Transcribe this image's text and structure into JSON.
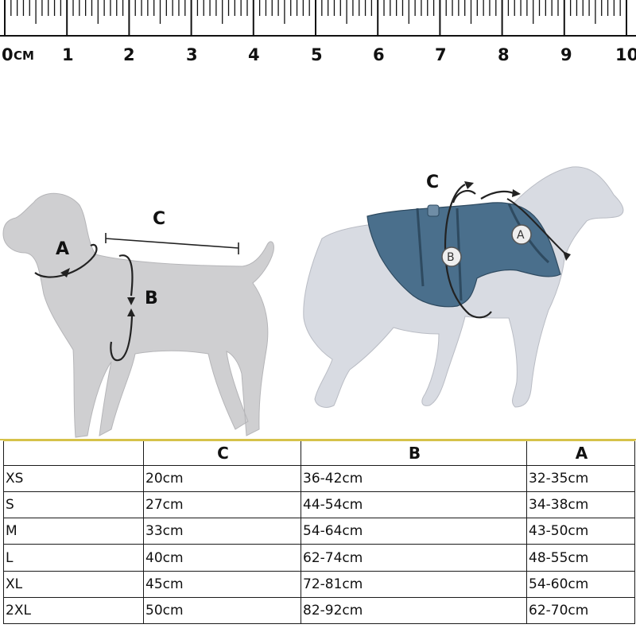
{
  "ruler": {
    "numbers": [
      "0",
      "1",
      "2",
      "3",
      "4",
      "5",
      "6",
      "7",
      "8",
      "9",
      "10"
    ],
    "unit": "CM"
  },
  "diagram": {
    "left_labels": {
      "a": "A",
      "b": "B",
      "c": "C"
    },
    "right_labels": {
      "a": "A",
      "b": "B",
      "c": "C"
    },
    "harness_color": "#4a6f8c",
    "dog_color": "#cfcfd1"
  },
  "table": {
    "headers": [
      "",
      "C",
      "B",
      "A"
    ],
    "rows": [
      [
        "XS",
        "20cm",
        "36-42cm",
        "32-35cm"
      ],
      [
        "S",
        "27cm",
        "44-54cm",
        "34-38cm"
      ],
      [
        "M",
        "33cm",
        "54-64cm",
        "43-50cm"
      ],
      [
        "L",
        "40cm",
        "62-74cm",
        "48-55cm"
      ],
      [
        "XL",
        "45cm",
        "72-81cm",
        "54-60cm"
      ],
      [
        "2XL",
        "50cm",
        "82-92cm",
        "62-70cm"
      ]
    ]
  }
}
